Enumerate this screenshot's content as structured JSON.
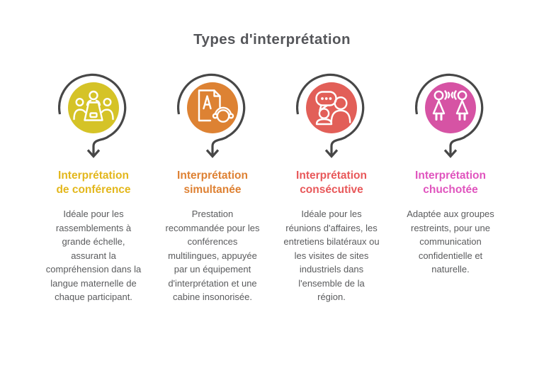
{
  "title": "Types d'interprétation",
  "palette": {
    "outline_arrow": "#474747",
    "title_text": "#55565a",
    "body_text": "#5a5b5d"
  },
  "columns": [
    {
      "icon": "conference-meeting-icon",
      "circle_color": "#d5c327",
      "heading_color": "#e3b71c",
      "heading_lines": [
        "Interprétation",
        "de conférence"
      ],
      "body": "Idéale pour les rassemblements à grande échelle, assurant la compréhension dans la langue maternelle de chaque participant."
    },
    {
      "icon": "document-headphones-icon",
      "circle_color": "#dd8233",
      "heading_color": "#de8133",
      "heading_lines": [
        "Interprétation",
        "simultanée"
      ],
      "body": "Prestation recommandée pour les conférences multilingues, appuyée par un équipement d'interprétation et une cabine insonorisée."
    },
    {
      "icon": "conversation-people-icon",
      "circle_color": "#e25f58",
      "heading_color": "#e8585a",
      "heading_lines": [
        "Interprétation",
        "consécutive"
      ],
      "body": "Idéale pour les réunions d'affaires, les entretiens bilatéraux ou les visites de sites industriels dans l'ensemble de la région."
    },
    {
      "icon": "whispering-people-icon",
      "circle_color": "#d653a4",
      "heading_color": "#e054be",
      "heading_lines": [
        "Interprétation",
        "chuchotée"
      ],
      "body": "Adaptée aux groupes restreints, pour une communication confidentielle et naturelle."
    }
  ]
}
